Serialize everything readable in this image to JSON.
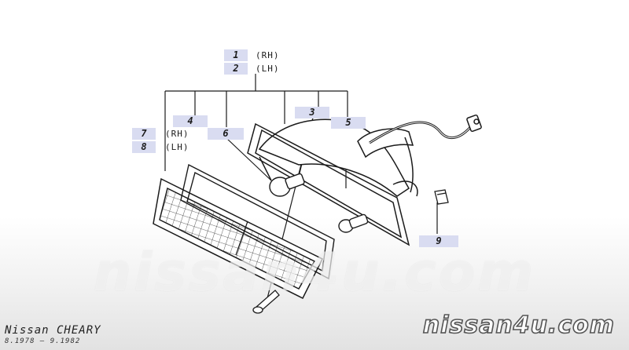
{
  "callouts": {
    "c1": "1",
    "c2": "2",
    "c3": "3",
    "c4": "4",
    "c5": "5",
    "c6": "6",
    "c7": "7",
    "c8": "8",
    "c9": "9"
  },
  "side_labels": {
    "rh": "(RH)",
    "lh": "(LH)"
  },
  "watermark": "nissan4u.com",
  "model": {
    "title": "Nissan CHEARY",
    "years": "8.1978 – 9.1982"
  },
  "brand": "nissan4u.com",
  "colors": {
    "callout_bg": "#d9dcf1",
    "line": "#1b1b1b"
  }
}
